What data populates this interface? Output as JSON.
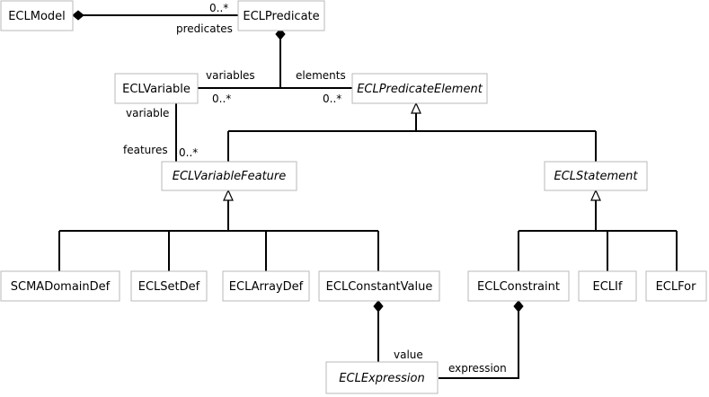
{
  "classes": {
    "ecl_model": "ECLModel",
    "ecl_predicate": "ECLPredicate",
    "ecl_variable": "ECLVariable",
    "ecl_predicate_element": "ECLPredicateElement",
    "ecl_variable_feature": "ECLVariableFeature",
    "ecl_statement": "ECLStatement",
    "scma_domain_def": "SCMADomainDef",
    "ecl_set_def": "ECLSetDef",
    "ecl_array_def": "ECLArrayDef",
    "ecl_constant_value": "ECLConstantValue",
    "ecl_constraint": "ECLConstraint",
    "ecl_if": "ECLIf",
    "ecl_for": "ECLFor",
    "ecl_expression": "ECLExpression"
  },
  "labels": {
    "model_mult": "0..*",
    "predicates": "predicates",
    "variables": "variables",
    "variables_mult": "0..*",
    "elements": "elements",
    "elements_mult": "0..*",
    "variable": "variable",
    "features": "features",
    "features_mult": "0..*",
    "value": "value",
    "expression": "expression"
  }
}
